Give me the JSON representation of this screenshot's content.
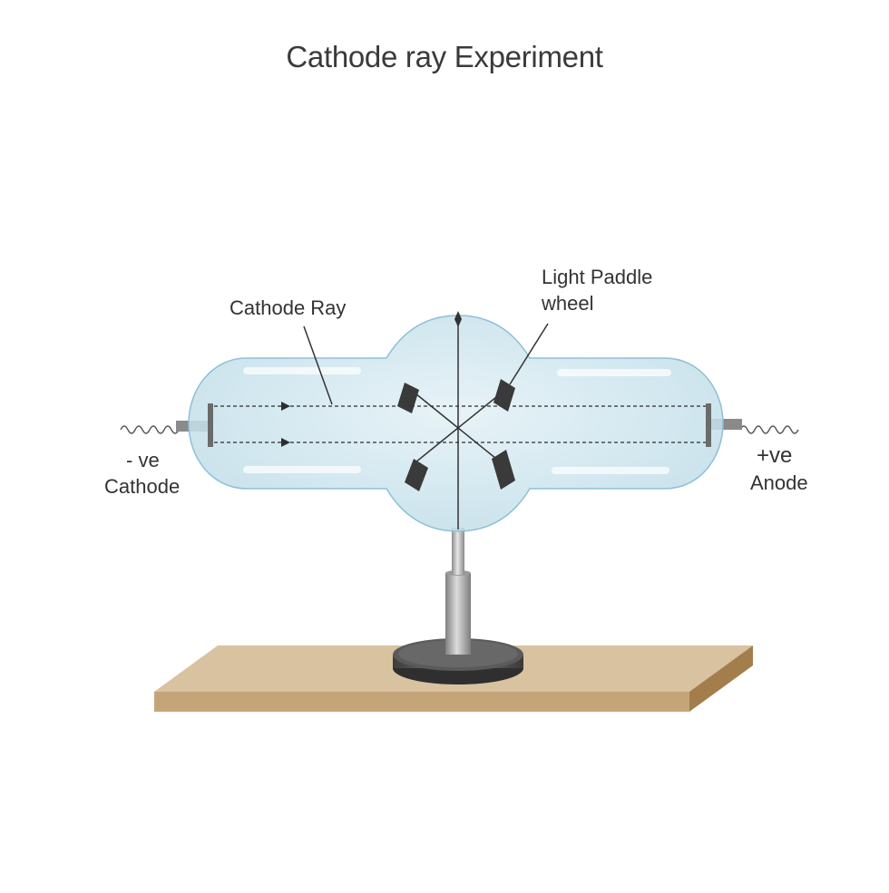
{
  "title": "Cathode ray Experiment",
  "labels": {
    "cathode_ray": "Cathode Ray",
    "paddle_line1": "Light Paddle",
    "paddle_line2": "wheel",
    "cathode_sign": "- ve",
    "cathode_name": "Cathode",
    "anode_sign": "+ve",
    "anode_name": "Anode"
  },
  "colors": {
    "glass_fill": "#cfe6ee",
    "glass_stroke": "#8fbfd6",
    "ray": "#333333",
    "paddle": "#3a3a3a",
    "wood_top": "#d8c2a0",
    "wood_front": "#c4a57a",
    "wood_side": "#a47d4c",
    "stand_metal": "#b5b5b5",
    "base_dark": "#4a4a4a"
  }
}
